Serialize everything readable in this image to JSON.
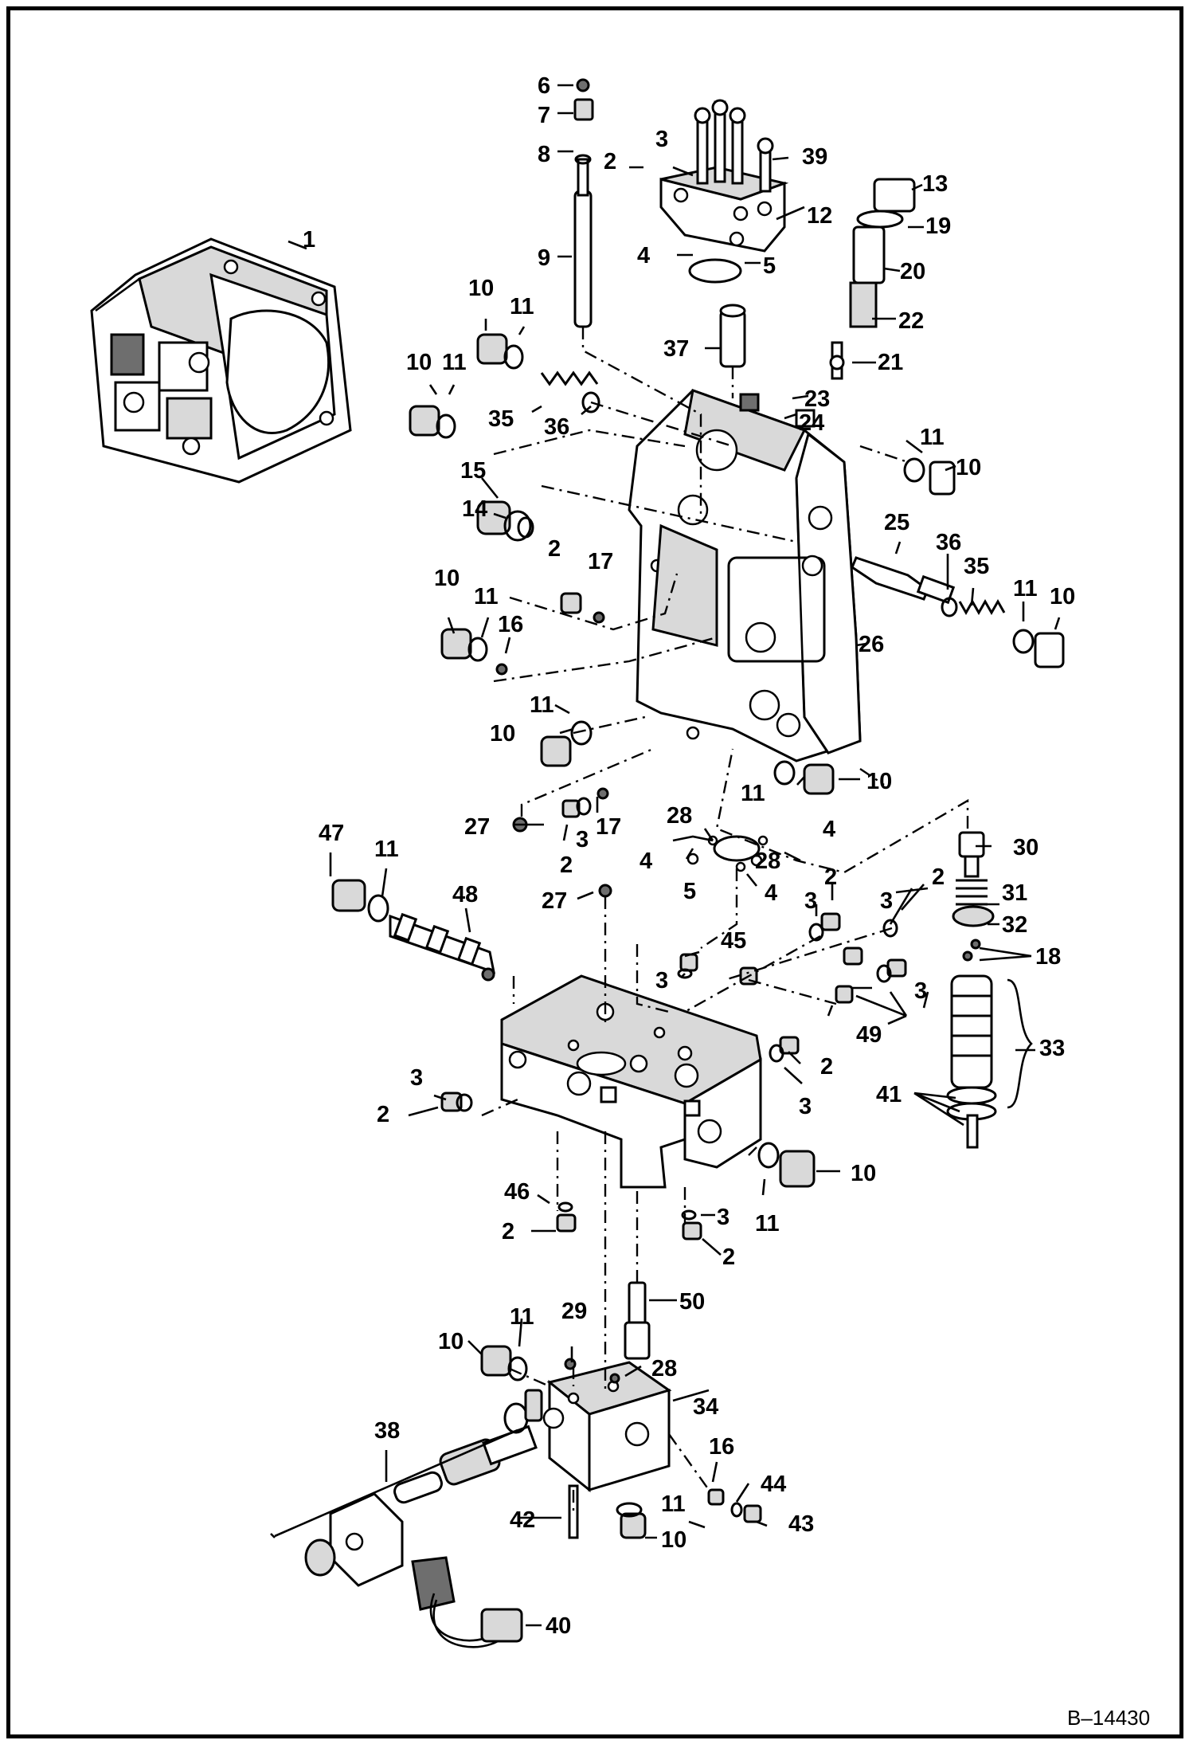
{
  "drawing": {
    "reference": "B–14430",
    "callouts": [
      {
        "id": "c1",
        "text": "1"
      },
      {
        "id": "c6",
        "text": "6"
      },
      {
        "id": "c7",
        "text": "7"
      },
      {
        "id": "c8",
        "text": "8"
      },
      {
        "id": "c9",
        "text": "9"
      },
      {
        "id": "c3a",
        "text": "3"
      },
      {
        "id": "c2a",
        "text": "2"
      },
      {
        "id": "c39",
        "text": "39"
      },
      {
        "id": "c12",
        "text": "12"
      },
      {
        "id": "c4a",
        "text": "4"
      },
      {
        "id": "c5a",
        "text": "5"
      },
      {
        "id": "c13",
        "text": "13"
      },
      {
        "id": "c19",
        "text": "19"
      },
      {
        "id": "c20",
        "text": "20"
      },
      {
        "id": "c22",
        "text": "22"
      },
      {
        "id": "c21",
        "text": "21"
      },
      {
        "id": "c37",
        "text": "37"
      },
      {
        "id": "c10a",
        "text": "10"
      },
      {
        "id": "c11a",
        "text": "11"
      },
      {
        "id": "c10b",
        "text": "10"
      },
      {
        "id": "c11b",
        "text": "11"
      },
      {
        "id": "c35a",
        "text": "35"
      },
      {
        "id": "c36a",
        "text": "36"
      },
      {
        "id": "c23",
        "text": "23"
      },
      {
        "id": "c24",
        "text": "24"
      },
      {
        "id": "c11c",
        "text": "11"
      },
      {
        "id": "c10c",
        "text": "10"
      },
      {
        "id": "c15",
        "text": "15"
      },
      {
        "id": "c14",
        "text": "14"
      },
      {
        "id": "c25",
        "text": "25"
      },
      {
        "id": "c2b",
        "text": "2"
      },
      {
        "id": "c17a",
        "text": "17"
      },
      {
        "id": "c36b",
        "text": "36"
      },
      {
        "id": "c35b",
        "text": "35"
      },
      {
        "id": "c11d",
        "text": "11"
      },
      {
        "id": "c10d",
        "text": "10"
      },
      {
        "id": "c10e",
        "text": "10"
      },
      {
        "id": "c11e",
        "text": "11"
      },
      {
        "id": "c16a",
        "text": "16"
      },
      {
        "id": "c26",
        "text": "26"
      },
      {
        "id": "c11f",
        "text": "11"
      },
      {
        "id": "c10f",
        "text": "10"
      },
      {
        "id": "c11g",
        "text": "11"
      },
      {
        "id": "c10g",
        "text": "10"
      },
      {
        "id": "c27a",
        "text": "27"
      },
      {
        "id": "c3b",
        "text": "3"
      },
      {
        "id": "c17b",
        "text": "17"
      },
      {
        "id": "c2c",
        "text": "2"
      },
      {
        "id": "c28a",
        "text": "28"
      },
      {
        "id": "c4b",
        "text": "4"
      },
      {
        "id": "c4c",
        "text": "4"
      },
      {
        "id": "c28b",
        "text": "28"
      },
      {
        "id": "c5b",
        "text": "5"
      },
      {
        "id": "c4d",
        "text": "4"
      },
      {
        "id": "c30",
        "text": "30"
      },
      {
        "id": "c47",
        "text": "47"
      },
      {
        "id": "c11h",
        "text": "11"
      },
      {
        "id": "c48",
        "text": "48"
      },
      {
        "id": "c27b",
        "text": "27"
      },
      {
        "id": "c2d",
        "text": "2"
      },
      {
        "id": "c3c",
        "text": "3"
      },
      {
        "id": "c3d",
        "text": "3"
      },
      {
        "id": "c2e",
        "text": "2"
      },
      {
        "id": "c31",
        "text": "31"
      },
      {
        "id": "c32",
        "text": "32"
      },
      {
        "id": "c45",
        "text": "45"
      },
      {
        "id": "c3e",
        "text": "3"
      },
      {
        "id": "c18",
        "text": "18"
      },
      {
        "id": "c3f",
        "text": "3"
      },
      {
        "id": "c49",
        "text": "49"
      },
      {
        "id": "c33",
        "text": "33"
      },
      {
        "id": "c2f",
        "text": "2"
      },
      {
        "id": "c3g",
        "text": "3"
      },
      {
        "id": "c3h",
        "text": "3"
      },
      {
        "id": "c2g",
        "text": "2"
      },
      {
        "id": "c41",
        "text": "41"
      },
      {
        "id": "c10h",
        "text": "10"
      },
      {
        "id": "c11i",
        "text": "11"
      },
      {
        "id": "c46",
        "text": "46"
      },
      {
        "id": "c2h",
        "text": "2"
      },
      {
        "id": "c3i",
        "text": "3"
      },
      {
        "id": "c2i",
        "text": "2"
      },
      {
        "id": "c50",
        "text": "50"
      },
      {
        "id": "c11j",
        "text": "11"
      },
      {
        "id": "c10i",
        "text": "10"
      },
      {
        "id": "c29",
        "text": "29"
      },
      {
        "id": "c28c",
        "text": "28"
      },
      {
        "id": "c34",
        "text": "34"
      },
      {
        "id": "c38",
        "text": "38"
      },
      {
        "id": "c16b",
        "text": "16"
      },
      {
        "id": "c44",
        "text": "44"
      },
      {
        "id": "c11k",
        "text": "11"
      },
      {
        "id": "c42",
        "text": "42"
      },
      {
        "id": "c10j",
        "text": "10"
      },
      {
        "id": "c43",
        "text": "43"
      },
      {
        "id": "c40",
        "text": "40"
      }
    ]
  }
}
